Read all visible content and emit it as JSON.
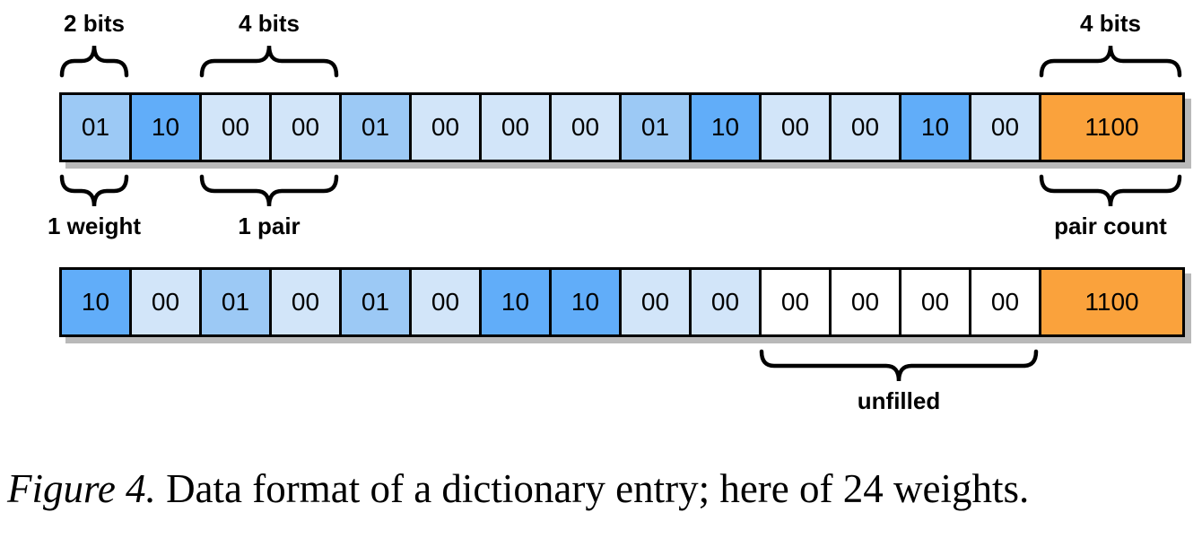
{
  "figure": {
    "colors": {
      "light": "#d2e5f9",
      "medium": "#9cc9f5",
      "dark": "#61adf9",
      "orange": "#faa23c",
      "white": "#ffffff",
      "border": "#000000",
      "shadow": "#b9b9b9"
    },
    "row1": {
      "cells": [
        {
          "v": "01",
          "c": "medium"
        },
        {
          "v": "10",
          "c": "dark"
        },
        {
          "v": "00",
          "c": "light"
        },
        {
          "v": "00",
          "c": "light"
        },
        {
          "v": "01",
          "c": "medium"
        },
        {
          "v": "00",
          "c": "light"
        },
        {
          "v": "00",
          "c": "light"
        },
        {
          "v": "00",
          "c": "light"
        },
        {
          "v": "01",
          "c": "medium"
        },
        {
          "v": "10",
          "c": "dark"
        },
        {
          "v": "00",
          "c": "light"
        },
        {
          "v": "00",
          "c": "light"
        },
        {
          "v": "10",
          "c": "dark"
        },
        {
          "v": "00",
          "c": "light"
        },
        {
          "v": "1100",
          "c": "orange",
          "wide": true
        }
      ],
      "braces_top": [
        {
          "label": "2 bits",
          "from": 0,
          "to": 0
        },
        {
          "label": "4 bits",
          "from": 2,
          "to": 3
        },
        {
          "label": "4 bits",
          "from": 14,
          "to": 14
        }
      ],
      "braces_bottom": [
        {
          "label": "1 weight",
          "from": 0,
          "to": 0
        },
        {
          "label": "1 pair",
          "from": 2,
          "to": 3
        },
        {
          "label": "pair count",
          "from": 14,
          "to": 14
        }
      ]
    },
    "row2": {
      "cells": [
        {
          "v": "10",
          "c": "dark"
        },
        {
          "v": "00",
          "c": "light"
        },
        {
          "v": "01",
          "c": "medium"
        },
        {
          "v": "00",
          "c": "light"
        },
        {
          "v": "01",
          "c": "medium"
        },
        {
          "v": "00",
          "c": "light"
        },
        {
          "v": "10",
          "c": "dark"
        },
        {
          "v": "10",
          "c": "dark"
        },
        {
          "v": "00",
          "c": "light"
        },
        {
          "v": "00",
          "c": "light"
        },
        {
          "v": "00",
          "c": "white"
        },
        {
          "v": "00",
          "c": "white"
        },
        {
          "v": "00",
          "c": "white"
        },
        {
          "v": "00",
          "c": "white"
        },
        {
          "v": "1100",
          "c": "orange",
          "wide": true
        }
      ],
      "braces_bottom": [
        {
          "label": "unfilled",
          "from": 10,
          "to": 13
        }
      ]
    },
    "caption": {
      "prefix": "Figure 4.",
      "rest": " Data format of a dictionary entry; here of 24 weights."
    }
  }
}
